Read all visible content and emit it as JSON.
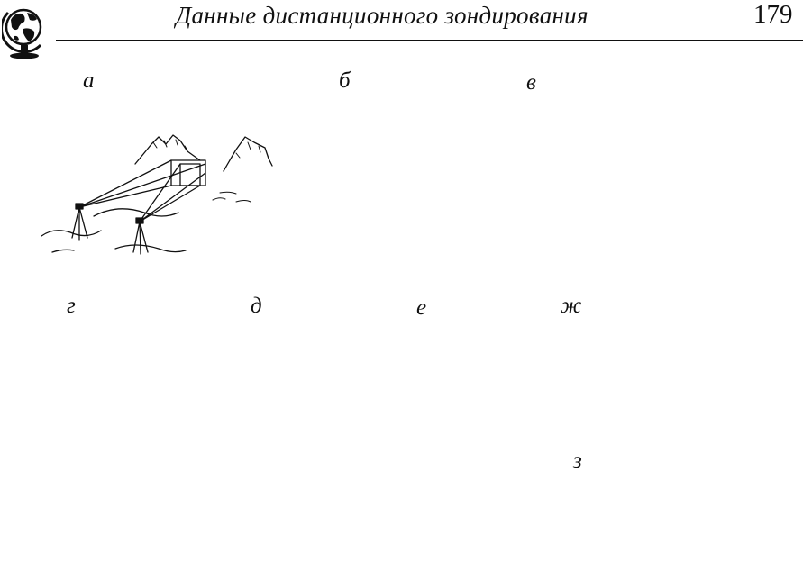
{
  "header": {
    "running_title": "Данные дистанционного зондирования",
    "page_number": "179",
    "logo_icon": "globe-icon"
  },
  "panels": [
    {
      "id": "a",
      "label": "а"
    },
    {
      "id": "b",
      "label": "б"
    },
    {
      "id": "v",
      "label": "в"
    },
    {
      "id": "g",
      "label": "г"
    },
    {
      "id": "d",
      "label": "д"
    },
    {
      "id": "e",
      "label": "е"
    },
    {
      "id": "zh",
      "label": "ж"
    },
    {
      "id": "z",
      "label": "з"
    }
  ]
}
